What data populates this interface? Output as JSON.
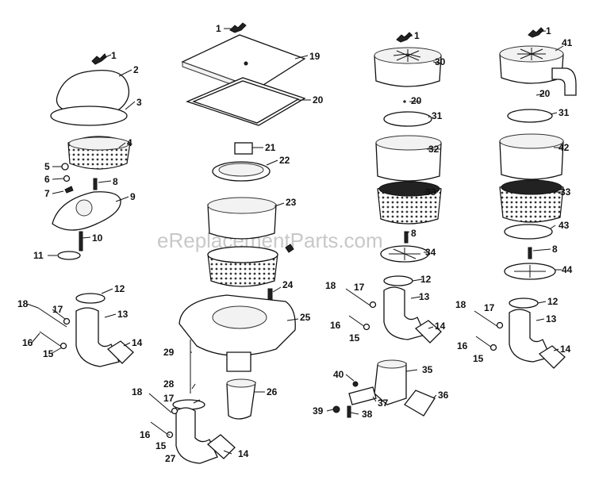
{
  "watermark": "eReplacementParts.com",
  "labels": {
    "g1_1": "1",
    "g1_2": "2",
    "g1_3": "3",
    "g1_4": "4",
    "g1_5": "5",
    "g1_6": "6",
    "g1_7": "7",
    "g1_8": "8",
    "g1_9": "9",
    "g1_10": "10",
    "g1_11": "11",
    "g1_12": "12",
    "g1_13": "13",
    "g1_14": "14",
    "g1_15": "15",
    "g1_16": "16",
    "g1_17": "17",
    "g1_18": "18",
    "g2_1": "1",
    "g2_19": "19",
    "g2_20": "20",
    "g2_21": "21",
    "g2_22": "22",
    "g2_23": "23",
    "g2_24": "24",
    "g2_25": "25",
    "g2_29": "29",
    "g2_28": "28",
    "g2_26": "26",
    "g2_18": "18",
    "g2_17": "17",
    "g2_16": "16",
    "g2_15": "15",
    "g2_27": "27",
    "g2_14": "14",
    "g3_1": "1",
    "g3_30": "30",
    "g3_20": "20",
    "g3_31": "31",
    "g3_32": "32",
    "g3_33": "33",
    "g3_8": "8",
    "g3_34": "34",
    "g3_12": "12",
    "g3_13": "13",
    "g3_14": "14",
    "g3_18": "18",
    "g3_17": "17",
    "g3_16": "16",
    "g3_15": "15",
    "g3_40": "40",
    "g3_35": "35",
    "g3_36": "36",
    "g3_37": "37",
    "g3_39": "39",
    "g3_38": "38",
    "g4_1": "1",
    "g4_41": "41",
    "g4_20": "20",
    "g4_31": "31",
    "g4_42": "42",
    "g4_33": "33",
    "g4_43": "43",
    "g4_8": "8",
    "g4_44": "44",
    "g4_12": "12",
    "g4_13": "13",
    "g4_14": "14",
    "g4_18": "18",
    "g4_17": "17",
    "g4_16": "16",
    "g4_15": "15"
  }
}
